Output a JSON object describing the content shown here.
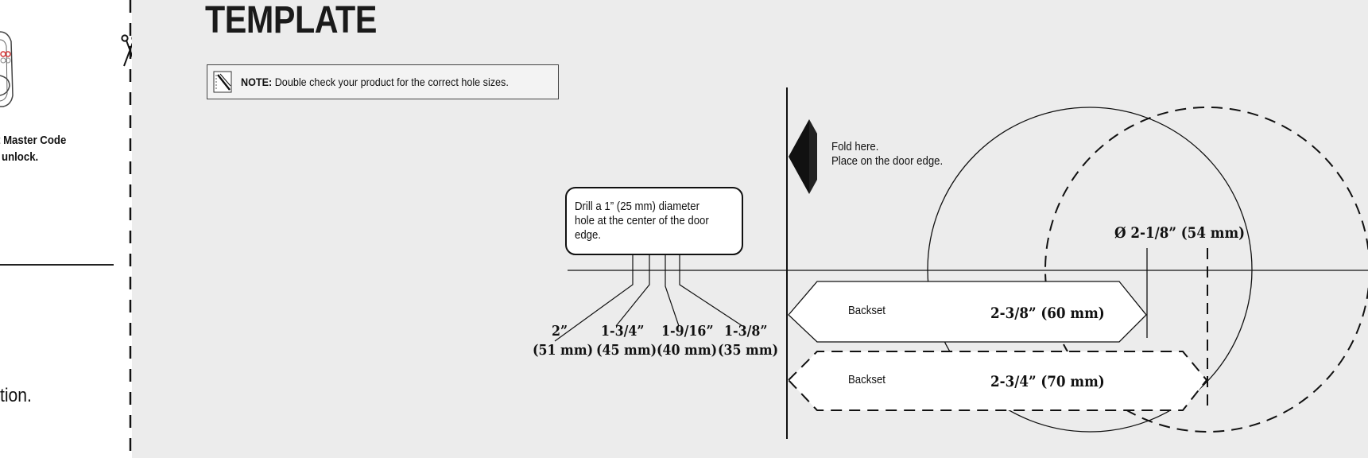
{
  "left_panel": {
    "master_code_text": "t Master Code",
    "unlock_text": "unlock.",
    "partial_text": "tion."
  },
  "header": {
    "title": "TEMPLATE"
  },
  "note": {
    "label": "NOTE:",
    "text": "Double check your product for the correct hole sizes."
  },
  "fold": {
    "line1": "Fold here.",
    "line2": "Place on the door edge."
  },
  "drill_callout": {
    "line1": "Drill a 1” (25 mm) diameter",
    "line2": "hole at the center of the door",
    "line3": "edge."
  },
  "door_thickness": [
    {
      "inch": "2”",
      "mm": "(51 mm)"
    },
    {
      "inch": "1-3/4”",
      "mm": "(45 mm)"
    },
    {
      "inch": "1-9/16”",
      "mm": "(40 mm)"
    },
    {
      "inch": "1-3/8”",
      "mm": "(35 mm)"
    }
  ],
  "hole_diameter": "Ø 2-1/8” (54 mm)",
  "backsets": [
    {
      "label": "Backset",
      "value": "2-3/8” (60 mm)",
      "style": "solid"
    },
    {
      "label": "Backset",
      "value": "2-3/4” (70 mm)",
      "style": "dashed"
    }
  ],
  "colors": {
    "background": "#ececec",
    "ink": "#111111",
    "keypad_red": "#d33333"
  },
  "icons": [
    "scissors-icon",
    "pencil-note-icon",
    "fold-arrow-icon",
    "keypad-lock-icon"
  ]
}
